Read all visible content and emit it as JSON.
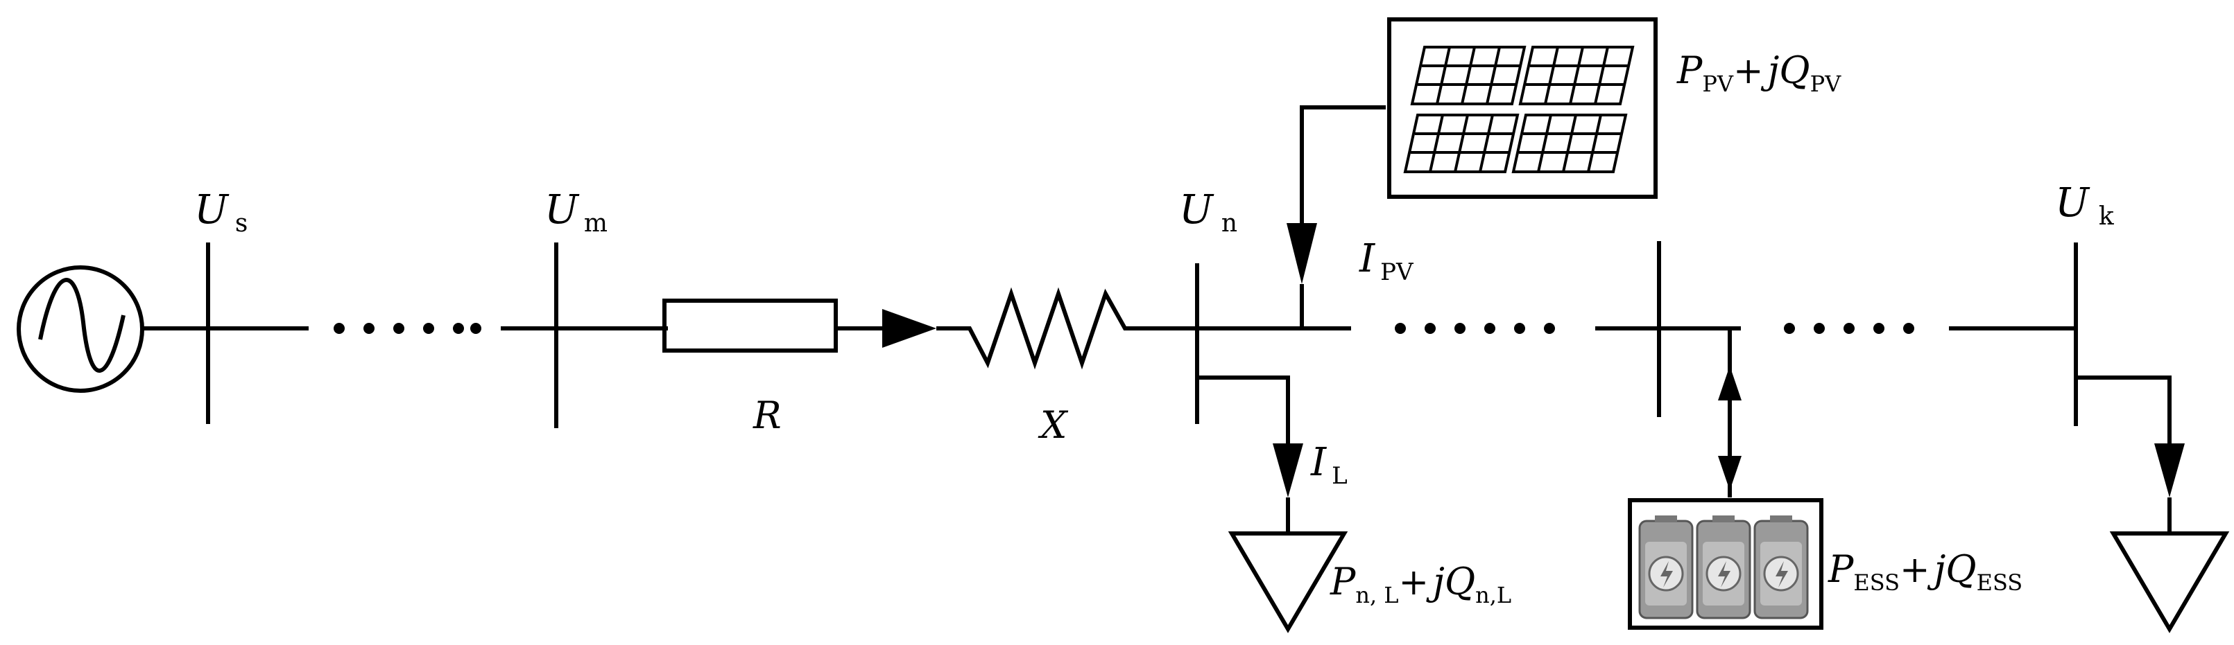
{
  "buses": [
    {
      "symbol": "U",
      "sub": "s"
    },
    {
      "symbol": "U",
      "sub": "m"
    },
    {
      "symbol": "U",
      "sub": "n"
    },
    {
      "symbol": "U",
      "sub": "k"
    }
  ],
  "line": {
    "resistance": "R",
    "reactance": "X"
  },
  "currents": {
    "pv": {
      "symbol": "I",
      "sub": "PV"
    },
    "load": {
      "symbol": "I",
      "sub": "L"
    }
  },
  "pv_power": {
    "p": "P",
    "p_sub": "PV",
    "plus": "+",
    "j": "jQ",
    "q_sub": "PV"
  },
  "load_power": {
    "p": "P",
    "p_sub": "n, L",
    "plus": "+",
    "j": "jQ",
    "q_sub": "n,L"
  },
  "ess_power": {
    "p": "P",
    "p_sub": "ESS",
    "plus": "+",
    "j": "jQ",
    "q_sub": "ESS"
  },
  "icons": [
    "ac-source-icon",
    "solar-panel-icon",
    "battery-icon",
    "load-triangle-icon"
  ],
  "colors": {
    "line": "#000000",
    "battery_body": "#9a9a9a",
    "battery_face": "#e6e6e6"
  }
}
